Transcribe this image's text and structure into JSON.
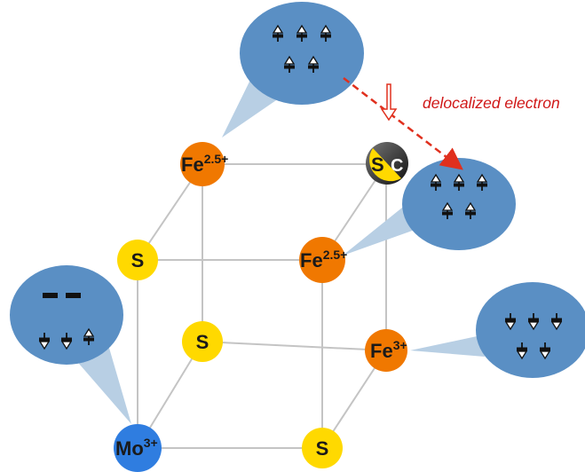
{
  "atoms": {
    "fe_top_left": {
      "symbol": "Fe",
      "charge": "2.5+"
    },
    "fe_front_mid": {
      "symbol": "Fe",
      "charge": "2.5+"
    },
    "fe_right": {
      "symbol": "Fe",
      "charge": "3+"
    },
    "mo": {
      "symbol": "Mo",
      "charge": "3+"
    },
    "s_left": {
      "symbol": "S"
    },
    "s_center": {
      "symbol": "S"
    },
    "s_bottom": {
      "symbol": "S"
    },
    "s_top_right_half": {
      "symbol": "S"
    },
    "c_top_right_half": {
      "symbol": "C"
    }
  },
  "annotation": {
    "delocalized": "delocalized electron"
  },
  "colors": {
    "fe": "#f07800",
    "s": "#ffd900",
    "mo": "#2f7de0",
    "c": "#333333",
    "bubble": "#5a8fc4",
    "bubble_tail": "#b8cfe4",
    "edge": "#c4c4c4",
    "delocalized_arrow": "#e0301e",
    "annotation_text": "#d01818"
  },
  "icons": {
    "spin_up": "up-arrow-electron-icon",
    "spin_down": "down-arrow-electron-icon",
    "empty_orbital": "empty-orbital-dash-icon"
  }
}
